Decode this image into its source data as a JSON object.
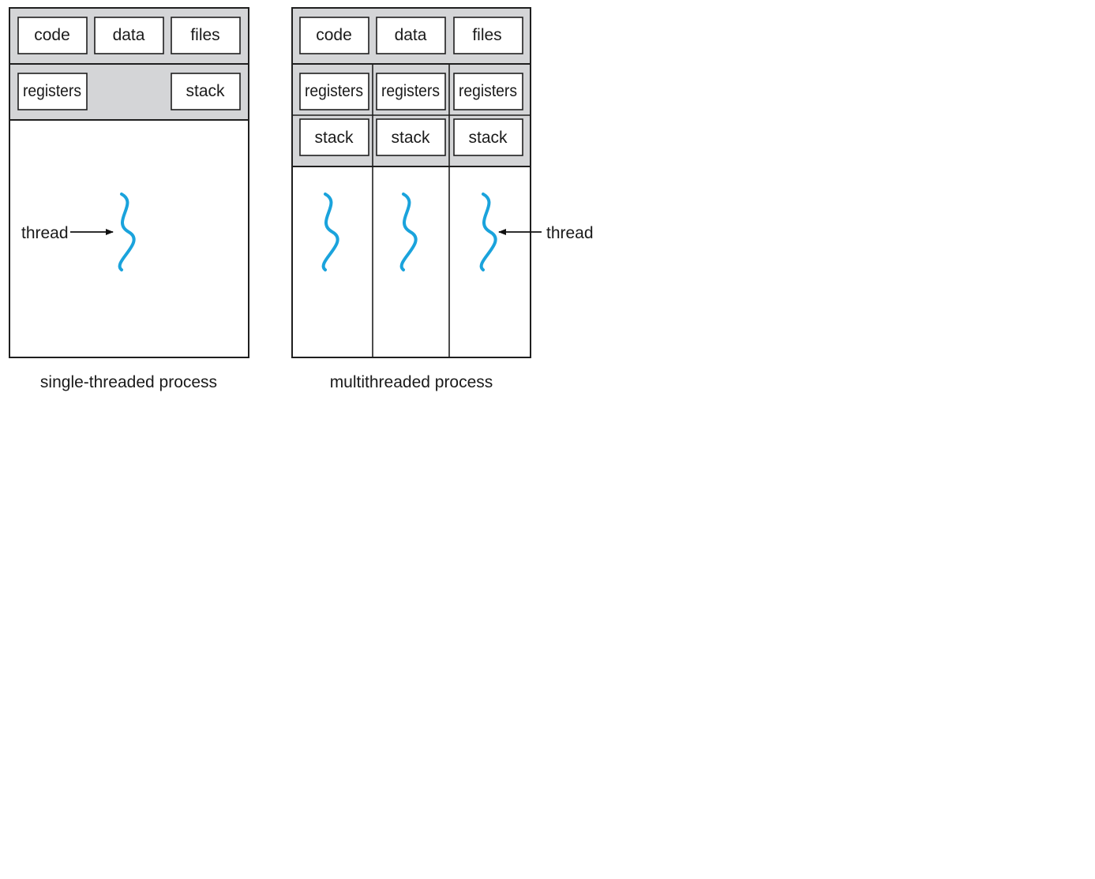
{
  "colors": {
    "section_fill": "#d4d5d7",
    "box_fill": "#ffffff",
    "stroke": "#1f1f1f",
    "thread": "#1aa3dc",
    "arrow": "#111111"
  },
  "icons": {
    "thread": "wavy-thread-icon",
    "arrow": "arrow-icon"
  },
  "single": {
    "code": "code",
    "data": "data",
    "files": "files",
    "registers": "registers",
    "stack": "stack",
    "thread_label": "thread",
    "caption": "single-threaded process"
  },
  "multi": {
    "code": "code",
    "data": "data",
    "files": "files",
    "threads": [
      {
        "registers": "registers",
        "stack": "stack"
      },
      {
        "registers": "registers",
        "stack": "stack"
      },
      {
        "registers": "registers",
        "stack": "stack"
      }
    ],
    "thread_label": "thread",
    "caption": "multithreaded process"
  }
}
